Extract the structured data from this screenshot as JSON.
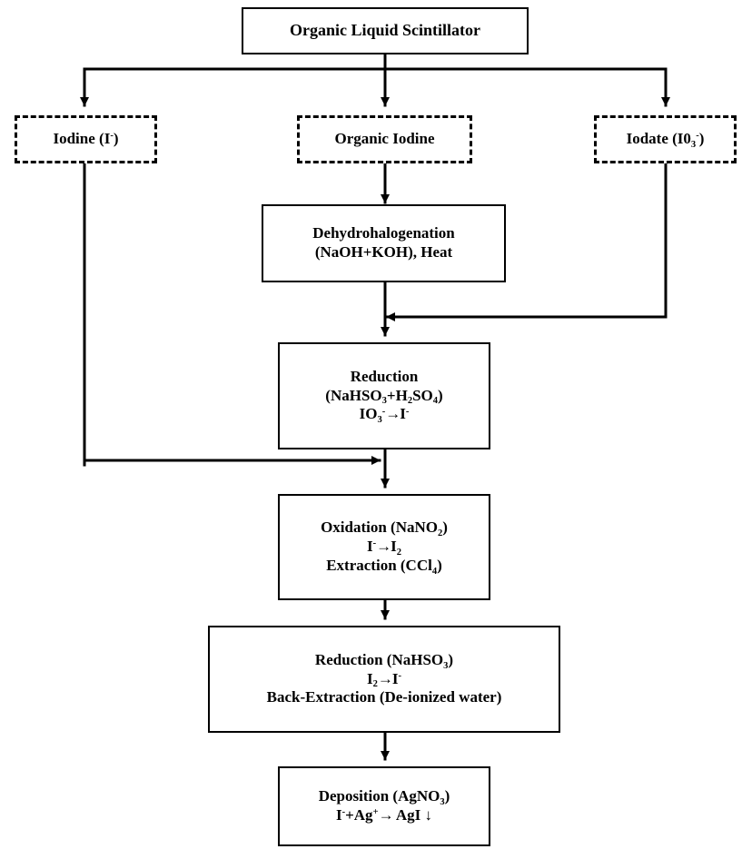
{
  "nodes": {
    "source": {
      "text": "Organic Liquid Scintillator"
    },
    "iodine": {
      "prefix": "Iodine (I",
      "sup": "-",
      "suffix": ")"
    },
    "organic_iodine": {
      "text": "Organic Iodine"
    },
    "iodate": {
      "prefix": "Iodate (I0",
      "sub": "3",
      "sup": "-",
      "suffix": ")"
    },
    "dehydro": {
      "line1": "Dehydrohalogenation",
      "line2": "(NaOH+KOH), Heat"
    },
    "reduction1": {
      "line1": "Reduction",
      "line2": {
        "a": "(NaHSO",
        "sub1": "3",
        "b": "+H",
        "sub2": "2",
        "c": "SO",
        "sub3": "4",
        "d": ")"
      },
      "line3": {
        "a": "IO",
        "sub": "3",
        "sup1": "-",
        "arrow": "→",
        "b": "I",
        "sup2": "-"
      }
    },
    "oxidation": {
      "line1": {
        "a": "Oxidation (NaNO",
        "sub": "2",
        "b": ")"
      },
      "line2": {
        "a": "I",
        "sup": "-",
        "arrow": "→",
        "b": "I",
        "sub": "2"
      },
      "line3": {
        "a": "Extraction (CCl",
        "sub": "4",
        "b": ")"
      }
    },
    "reduction2": {
      "line1": {
        "a": "Reduction (NaHSO",
        "sub": "3",
        "b": ")"
      },
      "line2": {
        "a": "I",
        "sub": "2",
        "arrow": "→",
        "b": "I",
        "sup": "-"
      },
      "line3": "Back-Extraction (De-ionized water)"
    },
    "deposition": {
      "line1": {
        "a": "Deposition (AgNO",
        "sub": "3",
        "b": ")"
      },
      "line2": {
        "a": "I",
        "sup1": "-",
        "b": "+Ag",
        "sup2": "+",
        "arrow": "→",
        "c": " AgI ",
        "down": "↓"
      }
    }
  },
  "style": {
    "line_color": "#000000",
    "background": "#ffffff"
  }
}
